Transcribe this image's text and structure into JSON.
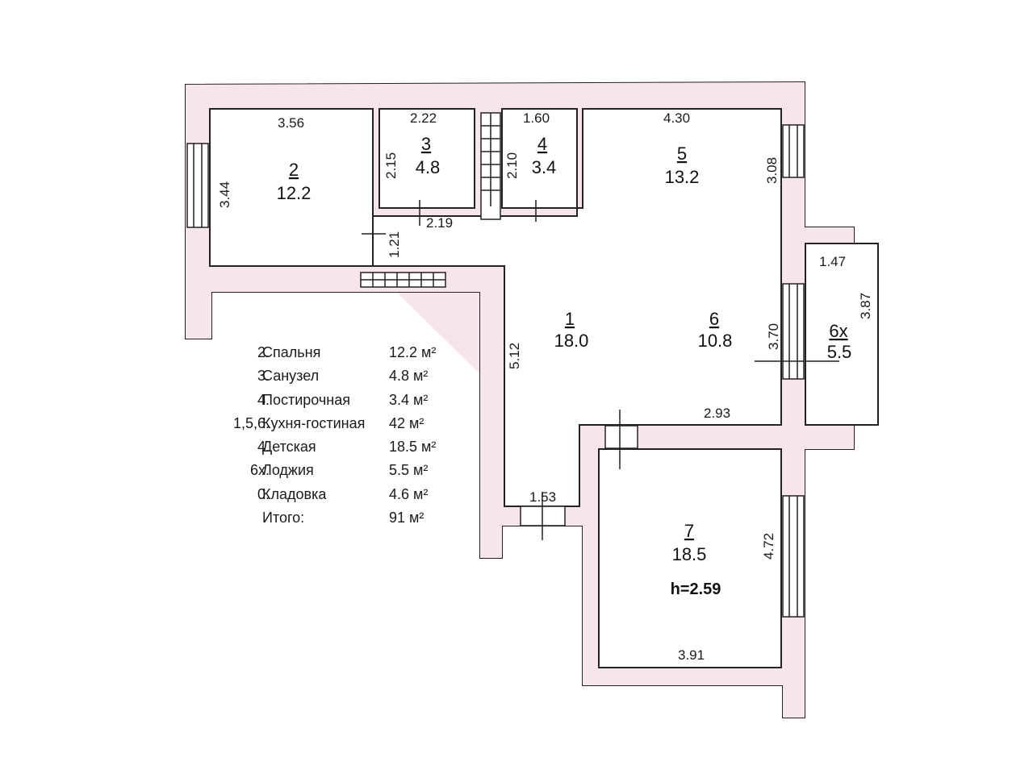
{
  "plan": {
    "rooms": [
      {
        "id": "room-2",
        "number": "2",
        "area": "12.2"
      },
      {
        "id": "room-3",
        "number": "3",
        "area": "4.8"
      },
      {
        "id": "room-4",
        "number": "4",
        "area": "3.4"
      },
      {
        "id": "room-5",
        "number": "5",
        "area": "13.2"
      },
      {
        "id": "room-1",
        "number": "1",
        "area": "18.0"
      },
      {
        "id": "room-6",
        "number": "6",
        "area": "10.8"
      },
      {
        "id": "room-6x",
        "number": "6х",
        "area": "5.5"
      },
      {
        "id": "room-7",
        "number": "7",
        "area": "18.5"
      }
    ],
    "dimensions": [
      "3.56",
      "2.22",
      "1.60",
      "4.30",
      "3.44",
      "2.15",
      "2.10",
      "3.08",
      "2.19",
      "1.21",
      "1.47",
      "3.87",
      "3.70",
      "5.12",
      "2.93",
      "1.53",
      "4.72",
      "3.91"
    ],
    "ceiling_height": "h=2.59",
    "wall_color": "#f6e6ec",
    "line_color": "#222222"
  },
  "legend": {
    "rows": [
      {
        "num": "2.",
        "name": "Спальня",
        "area": "12.2 м²"
      },
      {
        "num": "3.",
        "name": "Санузел",
        "area": "4.8 м²"
      },
      {
        "num": "4.",
        "name": "Постирочная",
        "area": "3.4 м²"
      },
      {
        "num": "1,5,6.",
        "name": "Кухня-гостиная",
        "area": "42 м²"
      },
      {
        "num": "4.",
        "name": "Детская",
        "area": "18.5 м²"
      },
      {
        "num": "6х.",
        "name": "Лоджия",
        "area": "5.5 м²"
      },
      {
        "num": "0.",
        "name": "Кладовка",
        "area": "4.6 м²"
      },
      {
        "num": "",
        "name": "Итого:",
        "area": "91 м²"
      }
    ]
  }
}
